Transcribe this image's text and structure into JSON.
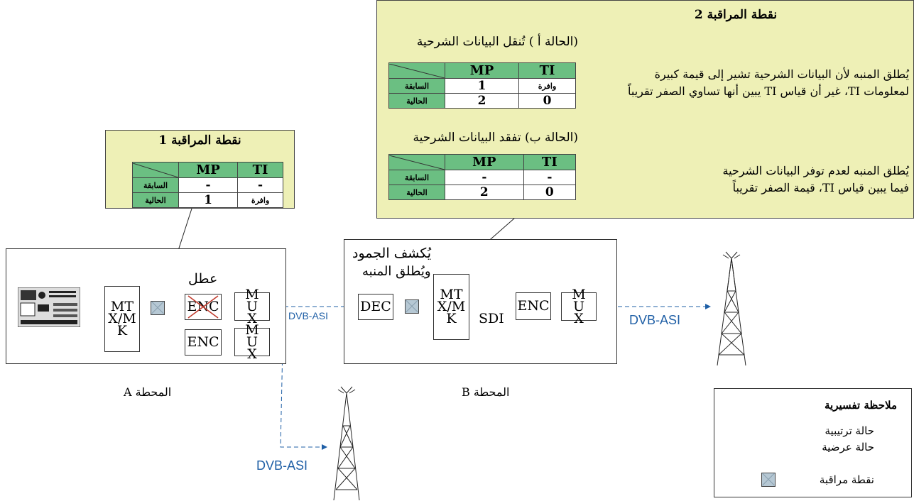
{
  "check1": {
    "title": "نقطة المراقبة 1",
    "table": {
      "cols": [
        "MP",
        "TI"
      ],
      "rows": [
        [
          "السابقة",
          "-",
          "-"
        ],
        [
          "الحالية",
          "1",
          "وافرة"
        ]
      ]
    }
  },
  "check2": {
    "title": "نقطة المراقبة 2",
    "case_a_title": "(الحالة  أ ) تُنقل البيانات الشرحية",
    "case_a_table": {
      "cols": [
        "MP",
        "TI"
      ],
      "rows": [
        [
          "السابقة",
          "1",
          "وافرة"
        ],
        [
          "الحالية",
          "2",
          "0"
        ]
      ]
    },
    "case_a_text_1": "يُطلق المنبه لأن البيانات الشرحية تشير إلى قيمة كبيرة",
    "case_a_text_2": "لمعلومات TI، غير أن قياس TI يبين أنها تساوي الصفر تقريباً",
    "case_b_title": "(الحالة ب) تفقد البيانات الشرحية",
    "case_b_table": {
      "cols": [
        "MP",
        "TI"
      ],
      "rows": [
        [
          "السابقة",
          "-",
          "-"
        ],
        [
          "الحالية",
          "2",
          "0"
        ]
      ]
    },
    "case_b_text_1": "يُطلق المنبه لعدم توفر البيانات الشرحية",
    "case_b_text_2": "فيما يبين قياس TI، قيمة الصفر تقريباً"
  },
  "station_a": {
    "label": "المحطة A",
    "mtx": "MTX/MK",
    "enc1": "ENC",
    "enc2": "ENC",
    "mux1": "MUX",
    "mux2": "MUX",
    "fault": "عطل"
  },
  "station_b": {
    "label": "المحطة B",
    "dec": "DEC",
    "mtx": "MTX/MK",
    "enc": "ENC",
    "mux": "MUX",
    "sdi": "SDI",
    "detect_1": "يُكشف الجمود",
    "detect_2": "ويُطلق المنبه"
  },
  "links": {
    "asi_mid": "DVB-ASI",
    "asi_right": "DVB-ASI",
    "asi_bottom": "DVB-ASI"
  },
  "legend": {
    "title": "ملاحظة تفسيرية",
    "solid": "حالة ترتيبية",
    "dashed": "حالة عرضية",
    "mp": "نقطة مراقبة"
  },
  "colors": {
    "panel": "#eef0b6",
    "table_header": "#6bbf82",
    "link_blue": "#1f5fa6",
    "fault_cross": "#c0392b"
  },
  "icons": [
    "video-source-device-icon",
    "transmission-tower-icon",
    "monitoring-point-icon"
  ]
}
